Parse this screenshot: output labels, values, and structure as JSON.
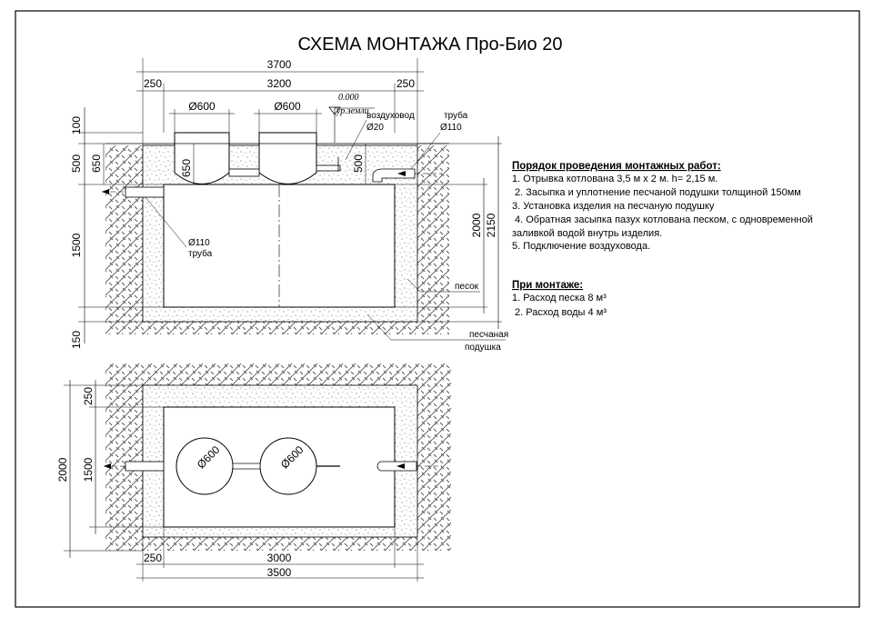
{
  "title": "СХЕМА МОНТАЖА Про-Био 20",
  "section": {
    "dims_top": {
      "total": "3700",
      "left_gap": "250",
      "inner": "3200",
      "right_gap": "250"
    },
    "neck_labels": [
      "Ø600",
      "Ø600"
    ],
    "level": {
      "value": "0.000",
      "label": "ур.земли"
    },
    "air_duct": {
      "label": "воздуховод",
      "diameter": "Ø20"
    },
    "inlet": {
      "label": "труба",
      "diameter": "Ø110"
    },
    "outlet": {
      "diameter": "Ø110",
      "label": "труба"
    },
    "dims_left": [
      "100",
      "500",
      "650",
      "1500",
      "150"
    ],
    "dims_inner": [
      "650",
      "500"
    ],
    "dims_right": [
      "2000",
      "2150"
    ],
    "sand_label": "песок",
    "cushion_label": [
      "песчаная",
      "подушка"
    ]
  },
  "plan": {
    "neck_labels": [
      "Ø600",
      "Ø600"
    ],
    "dims_left": [
      "2000",
      "1500",
      "250"
    ],
    "dims_bottom": {
      "left_gap": "250",
      "inner": "3000",
      "total": "3500"
    }
  },
  "notes": {
    "procedure_title": "Порядок проведения монтажных работ:",
    "procedure": [
      "1. Отрывка котлована 3,5 м х 2 м. h= 2,15 м.",
      "2. Засыпка и уплотнение песчаной подушки толщиной 150мм",
      "3. Установка изделия на песчаную подушку",
      "4. Обратная засыпка пазух котлована песком, с одновременной",
      "заливкой водой внутрь изделия.",
      "5. Подключение воздуховода."
    ],
    "install_title": "При монтаже:",
    "install": [
      "1. Расход песка 8 м³",
      "2. Расход воды 4 м³"
    ]
  }
}
